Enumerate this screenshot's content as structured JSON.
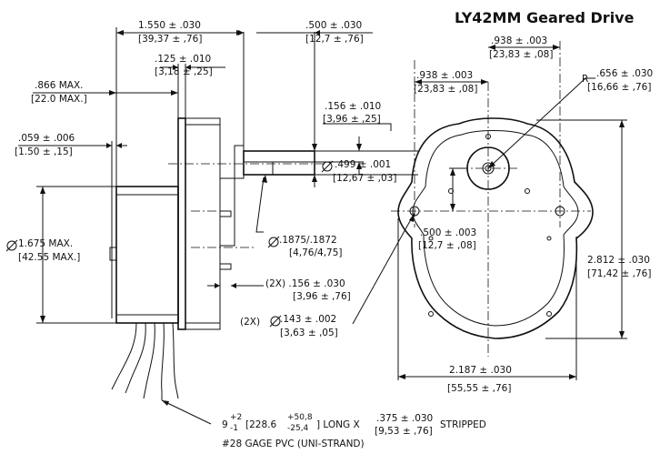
{
  "title": "LY42MM Geared Drive",
  "dims": {
    "total_length": [
      "1.550 ± .030",
      "[39,37 ± ,76]"
    ],
    "shaft_ext": [
      ".500 ± .030",
      "[12,7 ± ,76]"
    ],
    "gear_w": [
      ".125 ± .010",
      "[3,18 ± ,25]"
    ],
    "motor_len": [
      ".866 MAX.",
      "[22.0 MAX.]"
    ],
    "flange": [
      ".059 ± .006",
      "[1.50 ± ,15]"
    ],
    "flat_depth": [
      ".156 ± .010",
      "[3,96 ± ,25]"
    ],
    "shaft_dia": [
      ".499 ± .001",
      "[12,67 ± ,03]"
    ],
    "motor_dia": [
      " 1.675 MAX.",
      "[42.55 MAX.]"
    ],
    "hub_dia": [
      " .1875/.1872",
      "[4,76/4,75]"
    ],
    "stud": [
      "(2X) .156 ± .030",
      "[3,96 ± ,76]"
    ],
    "holes": [
      "(2X) ",
      " .143 ± .002",
      "[3,63 ± ,05]"
    ],
    "hole_to_shaft": [
      ".938 ± .003",
      "[23,83 ± ,08]"
    ],
    "hole_spacing": [
      ".938 ± .003",
      "[23,83 ± ,08]"
    ],
    "boss_radius": [
      "R ",
      ".656 ± .030",
      "[16,66 ± ,76]"
    ],
    "hole_offset": [
      ".500 ± .003",
      "[12,7 ± ,08]"
    ],
    "height": [
      "2.812 ± .030",
      "[71,42 ± ,76]"
    ],
    "width": [
      "2.187 ± .030",
      "[55,55 ± ,76]"
    ]
  },
  "lead_note": {
    "line1a": "9",
    "tol_plus": "+2",
    "tol_minus": "-1",
    "line1b": "[228.6",
    "tol_plus_mm": "+50,8",
    "tol_minus_mm": "-25,4",
    "line1c": "] LONG X",
    "strip_in": ".375 ± .030",
    "strip_mm": "[9,53 ± ,76]",
    "line1d": "STRIPPED",
    "line2": "#28 GAGE PVC (UNI-STRAND)"
  }
}
